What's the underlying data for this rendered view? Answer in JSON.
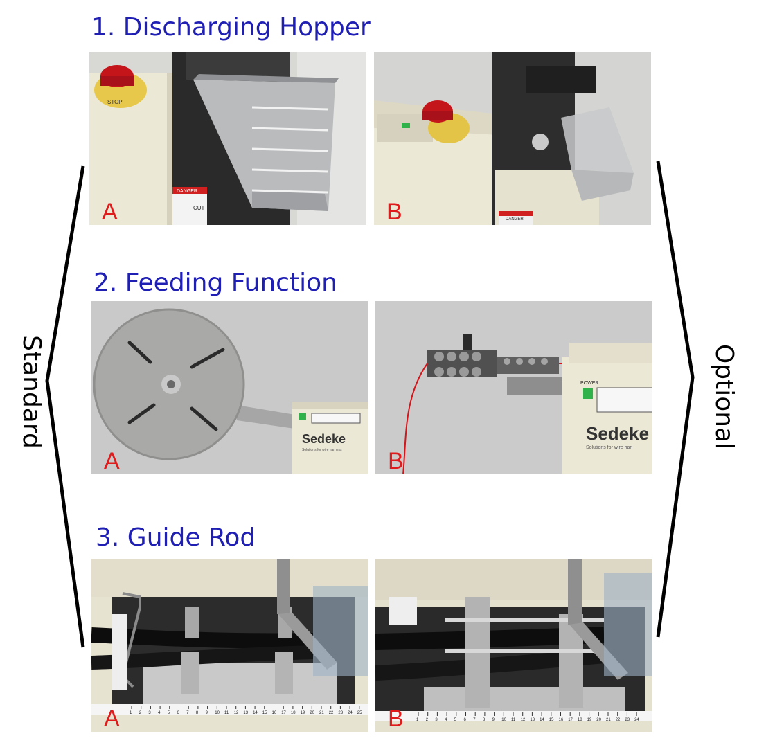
{
  "sections": [
    {
      "title": "1. Discharging Hopper",
      "panel_a": "A",
      "panel_b": "B"
    },
    {
      "title": "2. Feeding Function",
      "panel_a": "A",
      "panel_b": "B"
    },
    {
      "title": "3. Guide Rod",
      "panel_a": "A",
      "panel_b": "B"
    }
  ],
  "side_labels": {
    "left": "Standard",
    "right": "Optional"
  },
  "photo_text": {
    "stop": "STOP",
    "danger": "DANGER",
    "cut": "CUT",
    "brand": "Sedeke",
    "brand_tagline": "Solutions for wire harness",
    "brand_tagline_cut": "Solutions for wire han",
    "power": "POWER",
    "ruler_ticks_a": [
      "1",
      "2",
      "3",
      "4",
      "5",
      "6",
      "7",
      "8",
      "9",
      "10",
      "11",
      "12",
      "13",
      "14",
      "15",
      "16",
      "17",
      "18",
      "19",
      "20",
      "21",
      "22",
      "23",
      "24",
      "25"
    ],
    "ruler_ticks_b": [
      "1",
      "2",
      "3",
      "4",
      "5",
      "6",
      "7",
      "8",
      "9",
      "10",
      "11",
      "12",
      "13",
      "14",
      "15",
      "16",
      "17",
      "18",
      "19",
      "20",
      "21",
      "22",
      "23",
      "24"
    ]
  },
  "colors": {
    "title": "#1f1fb4",
    "tag": "#e01b1b",
    "bracket": "#000000"
  }
}
